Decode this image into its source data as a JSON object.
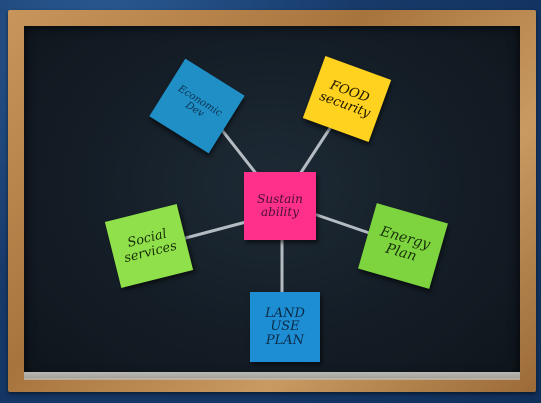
{
  "scene": "Sticky notes on a chalkboard forming a mind map",
  "notes": {
    "center": "Sustain\nability",
    "economic": "Economic\nDev",
    "food": "FOOD\nsecurity",
    "social": "Social\nservices",
    "energy": "Energy\nPlan",
    "land": "LAND\nUSE\nPLAN"
  },
  "colors": {
    "center": "#ff2f8c",
    "economic": "#1f8fc6",
    "food": "#ffd21f",
    "social": "#8fe04a",
    "energy": "#7dd43f",
    "land": "#1e8ed4",
    "board": "#141d26",
    "frame": "#b07c44"
  }
}
